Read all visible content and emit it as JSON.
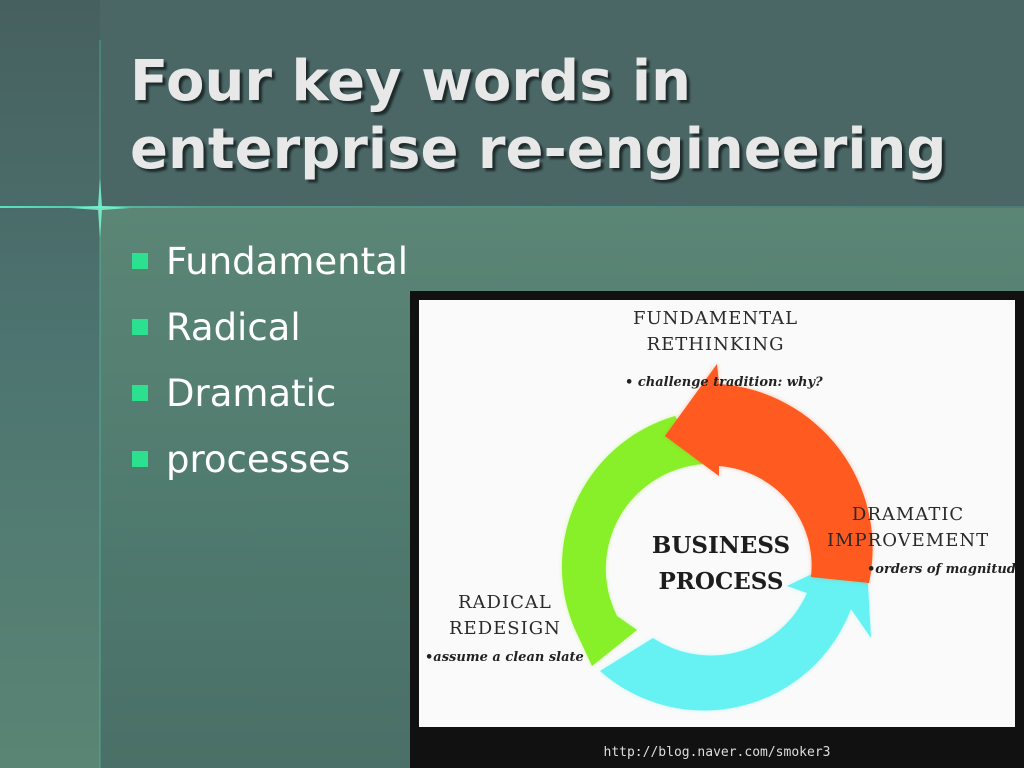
{
  "slide": {
    "title": "Four key words in enterprise re-engineering",
    "bullets": [
      "Fundamental",
      "Radical",
      "Dramatic",
      "processes"
    ]
  },
  "diagram": {
    "center_lines": [
      "BUSINESS",
      "PROCESS"
    ],
    "nodes": [
      {
        "id": "fundamental",
        "lines": [
          "FUNDAMENTAL",
          "RETHINKING"
        ],
        "note": "• challenge tradition: why?",
        "arrow_color": "#ff5a1f"
      },
      {
        "id": "dramatic",
        "lines": [
          "DRAMATIC",
          "IMPROVEMENT"
        ],
        "note": "•orders of magnitude",
        "arrow_color": "#66f2f2"
      },
      {
        "id": "radical",
        "lines": [
          "RADICAL",
          "REDESIGN"
        ],
        "note": "•assume a clean slate",
        "arrow_color": "#88f028"
      }
    ],
    "credit": "http://blog.naver.com/smoker3"
  },
  "colors": {
    "bullet": "#2be08f",
    "title": "#e8e8e8"
  }
}
